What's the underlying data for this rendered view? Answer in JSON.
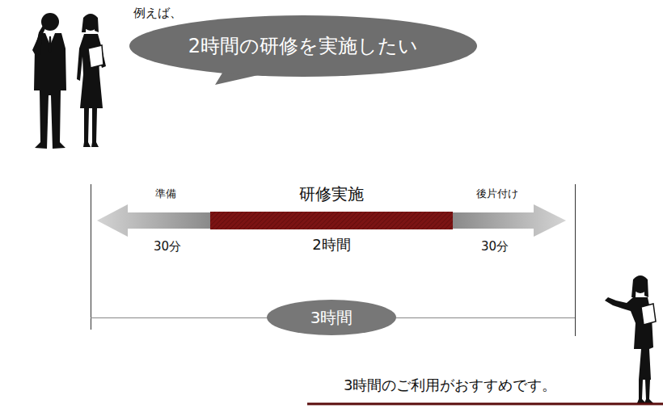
{
  "diagram": {
    "nodes": [
      {
        "text": [
          "例えば、",
          "2時間の研修を実施したい"
        ]
      },
      {
        "text": [
          "準備",
          "30分"
        ]
      },
      {
        "text": [
          "研修実施",
          "2時間"
        ]
      },
      {
        "text": [
          "後片付け",
          "30分"
        ]
      },
      {
        "text": [
          "3時間"
        ]
      }
    ],
    "labels": [
      "3時間のご利用がおすすめです。"
    ]
  }
}
